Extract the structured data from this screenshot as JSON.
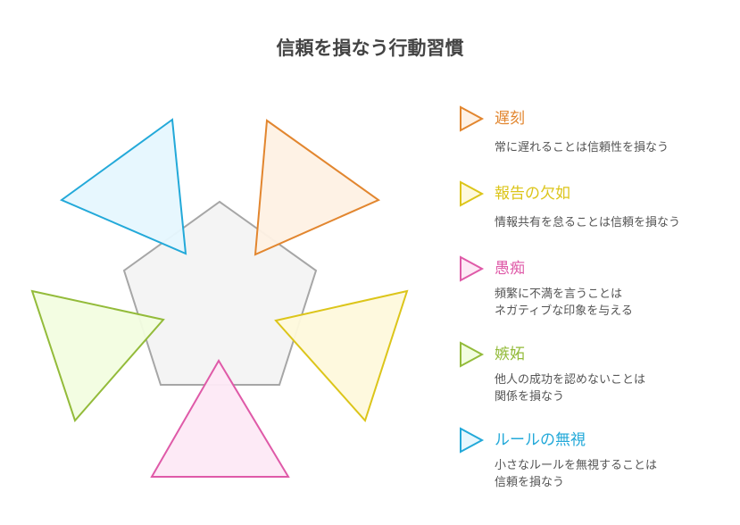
{
  "title": "信頼を損なう行動習慣",
  "items": [
    {
      "title": "遅刻",
      "desc": [
        "常に遅れることは信頼性を損なう"
      ],
      "stroke": "#e2862f",
      "fill": "#fef1e4"
    },
    {
      "title": "報告の欠如",
      "desc": [
        "情報共有を怠ることは信頼を損なう"
      ],
      "stroke": "#dcc51a",
      "fill": "#fef9dc"
    },
    {
      "title": "愚痴",
      "desc": [
        "頻繁に不満を言うことは",
        "ネガティブな印象を与える"
      ],
      "stroke": "#df5aa8",
      "fill": "#fde9f5"
    },
    {
      "title": "嫉妬",
      "desc": [
        "他人の成功を認めないことは",
        "関係を損なう"
      ],
      "stroke": "#93bb3a",
      "fill": "#f2fde0"
    },
    {
      "title": "ルールの無視",
      "desc": [
        "小さなルールを無視することは",
        "信頼を損なう"
      ],
      "stroke": "#23a9d9",
      "fill": "#e6f7fe"
    }
  ]
}
